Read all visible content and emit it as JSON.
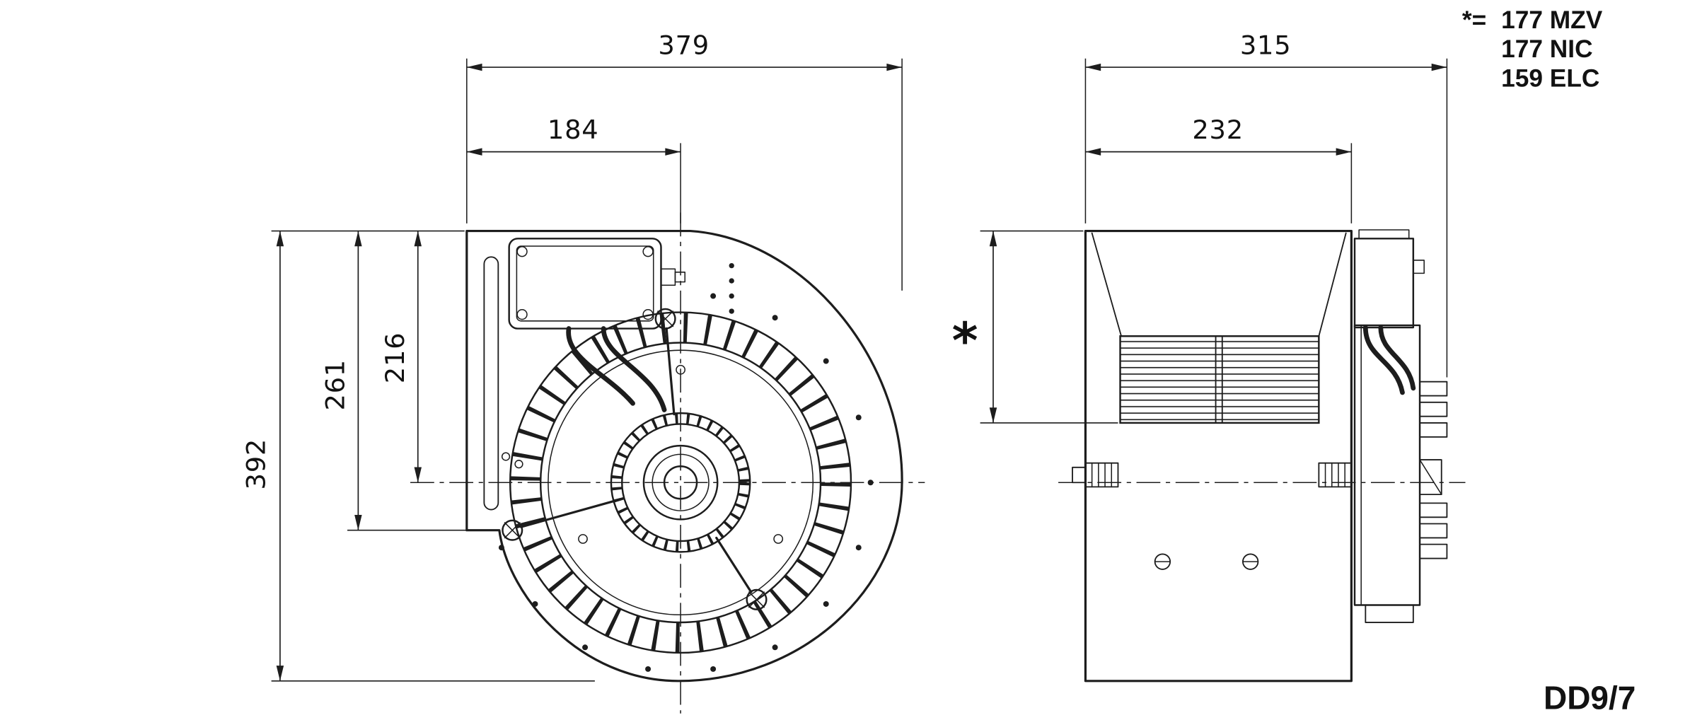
{
  "legend": {
    "line1_prefix": "*=",
    "line1_value": "177 MZV",
    "line2_value": "177 NIC",
    "line3_value": "159 ELC"
  },
  "model_label": "DD9/7",
  "front_view": {
    "dim_overall_width": "379",
    "dim_inlet_offset": "184",
    "dim_overall_height": "392",
    "dim_side_height": "261",
    "dim_center_height": "216"
  },
  "side_view": {
    "dim_overall_depth": "315",
    "dim_body_depth": "232",
    "dim_star": "*"
  }
}
